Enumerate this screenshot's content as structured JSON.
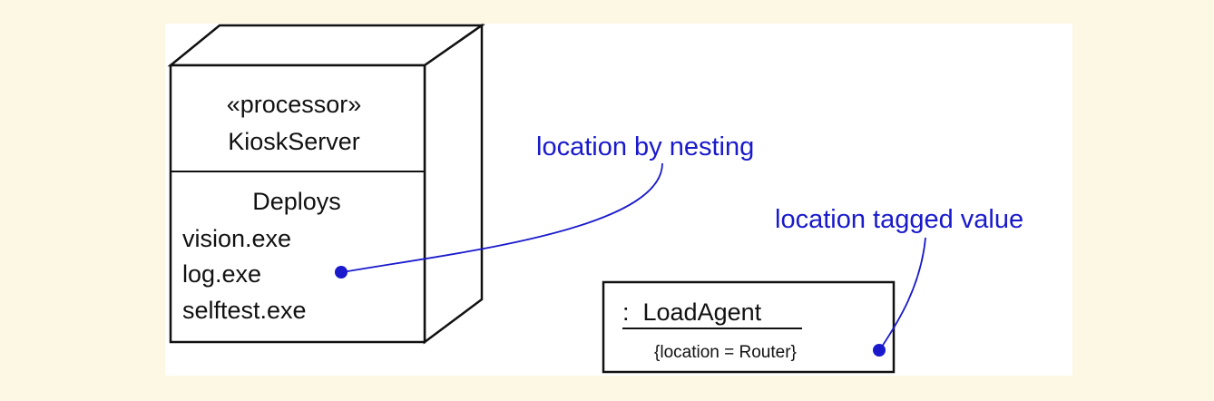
{
  "node": {
    "stereotype": "«processor»",
    "name": "KioskServer",
    "compartment_title": "Deploys",
    "artifacts": [
      "vision.exe",
      "log.exe",
      "selftest.exe"
    ]
  },
  "object": {
    "name": ":  LoadAgent",
    "tagged_value": "{location = Router}"
  },
  "annotations": {
    "nesting_label": "location by nesting",
    "tagged_label": "location tagged value"
  },
  "colors": {
    "background": "#fdf8e3",
    "panel": "#ffffff",
    "annotation": "#1a1acc",
    "outline": "#111111"
  }
}
